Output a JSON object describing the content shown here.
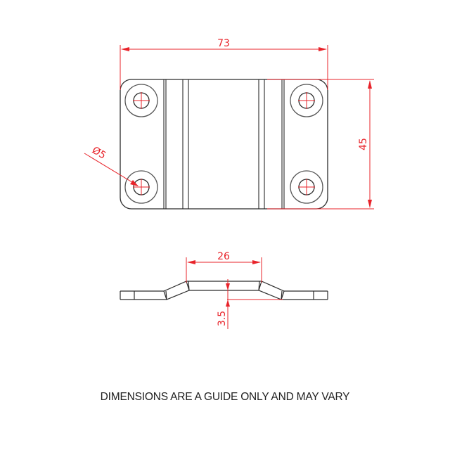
{
  "drawing": {
    "top_view": {
      "width_dimension": "73",
      "height_dimension": "45",
      "hole_diameter_dimension": "Ø5"
    },
    "side_view": {
      "flat_length_dimension": "26",
      "offset_dimension": "3.5"
    },
    "footer_note": "DIMENSIONS ARE A GUIDE ONLY AND MAY VARY",
    "colors": {
      "outline": "#2b2b2b",
      "dimension": "#e8232a",
      "background": "#ffffff"
    }
  }
}
